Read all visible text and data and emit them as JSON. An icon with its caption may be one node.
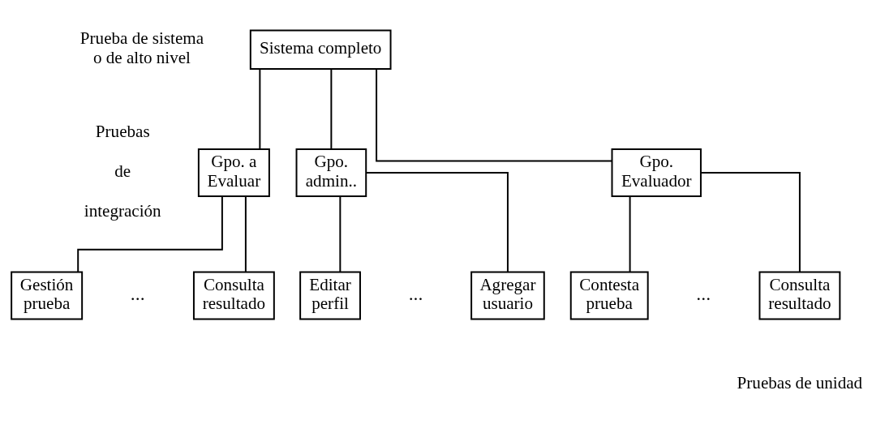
{
  "diagram": {
    "nodes": [
      {
        "text": [
          "Sistema completo"
        ]
      },
      {
        "text": [
          "Gpo. admin.."
        ]
      },
      {
        "text": [
          "Gpo. Evaluador"
        ]
      },
      {
        "text": [
          "Gpo. a Evaluar"
        ]
      },
      {
        "text": [
          "Editar perfil"
        ]
      },
      {
        "text": [
          "Agregar usuario"
        ]
      },
      {
        "text": [
          "Contesta prueba"
        ]
      },
      {
        "text": [
          "Consulta resultado"
        ]
      },
      {
        "text": [
          "Gestión prueba"
        ]
      },
      {
        "text": [
          "Consulta resultado"
        ]
      }
    ],
    "edges": [
      {
        "from": 0,
        "to": 1,
        "arrow": "none"
      },
      {
        "from": 0,
        "to": 2,
        "arrow": "none"
      },
      {
        "from": 0,
        "to": 3,
        "arrow": "none"
      },
      {
        "from": 1,
        "to": 4,
        "arrow": "none"
      },
      {
        "from": 1,
        "to": 5,
        "arrow": "none"
      },
      {
        "from": 2,
        "to": 6,
        "arrow": "none"
      },
      {
        "from": 2,
        "to": 7,
        "arrow": "none"
      },
      {
        "from": 3,
        "to": 8,
        "arrow": "none"
      },
      {
        "from": 3,
        "to": 9,
        "arrow": "none"
      }
    ],
    "labels": [
      "Prueba de sistema o de alto nivel",
      "Pruebas de integración",
      "...",
      "...",
      "...",
      "Pruebas de unidad"
    ]
  }
}
